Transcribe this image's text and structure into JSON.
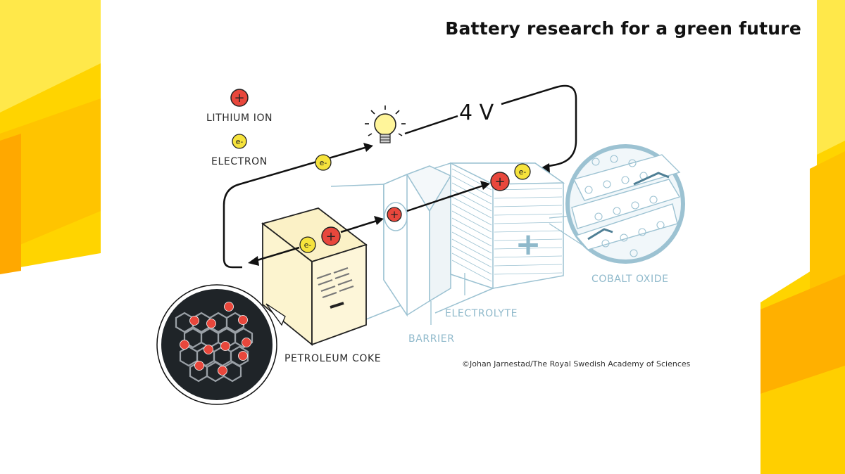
{
  "header": {
    "title": "Battery research for a green future"
  },
  "legend": {
    "lithium_ion": "LITHIUM ION",
    "electron": "ELECTRON",
    "plus_symbol": "+",
    "electron_symbol": "e-"
  },
  "diagram": {
    "voltage": "4 V",
    "labels": {
      "petroleum_coke": "PETROLEUM COKE",
      "barrier": "BARRIER",
      "electrolyte": "ELECTROLYTE",
      "cobalt_oxide": "COBALT OXIDE"
    },
    "anode_sign": "−",
    "cathode_sign": "+"
  },
  "credit": "©Johan Jarnestad/The Royal Swedish Academy of Sciences",
  "colors": {
    "yellow": "#ffd400",
    "orange": "#ffb000",
    "ion_red": "#e8473c",
    "electron_yellow": "#f6e33c",
    "outline_blue": "#8fb9cb",
    "anode_fill": "#fcf4cf",
    "dark_circle": "#1f2428"
  }
}
